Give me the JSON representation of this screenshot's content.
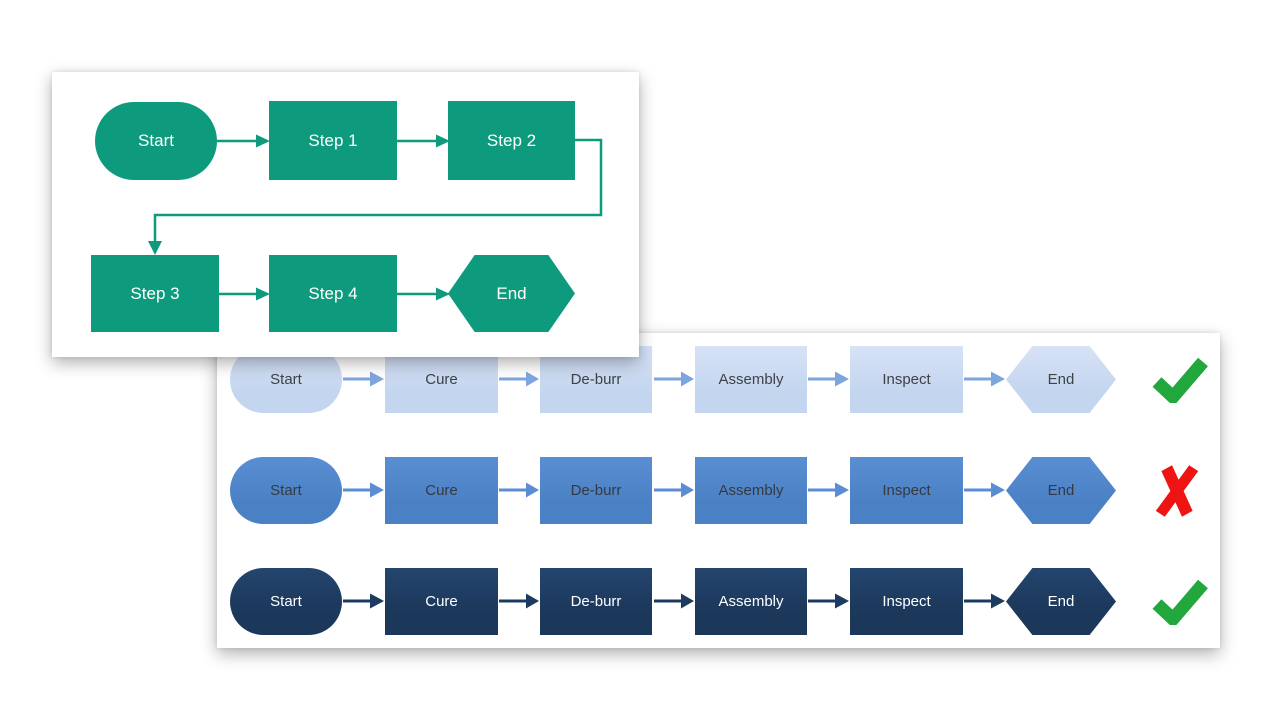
{
  "colors": {
    "flow_green": "#0e9b7d",
    "light_blue": "#c7d8f0",
    "medium_blue": "#4f86ca",
    "navy_blue": "#1d3a60",
    "arrow_light": "#7ea6de",
    "arrow_medium": "#5b8dd5",
    "check_green": "#21a73c",
    "cross_red": "#ee1414"
  },
  "example_flowchart": {
    "nodes": [
      {
        "label": "Start",
        "shape": "stadium"
      },
      {
        "label": "Step 1",
        "shape": "rectangle"
      },
      {
        "label": "Step 2",
        "shape": "rectangle"
      },
      {
        "label": "Step 3",
        "shape": "rectangle"
      },
      {
        "label": "Step 4",
        "shape": "rectangle"
      },
      {
        "label": "End",
        "shape": "hexagon"
      }
    ]
  },
  "comparison_panel": {
    "rows": [
      {
        "theme": "light-blue",
        "verdict": "check",
        "nodes": [
          {
            "label": "Start"
          },
          {
            "label": "Cure"
          },
          {
            "label": "De-burr"
          },
          {
            "label": "Assembly"
          },
          {
            "label": "Inspect"
          },
          {
            "label": "End"
          }
        ]
      },
      {
        "theme": "medium-blue",
        "verdict": "cross",
        "nodes": [
          {
            "label": "Start"
          },
          {
            "label": "Cure"
          },
          {
            "label": "De-burr"
          },
          {
            "label": "Assembly"
          },
          {
            "label": "Inspect"
          },
          {
            "label": "End"
          }
        ]
      },
      {
        "theme": "navy",
        "verdict": "check",
        "nodes": [
          {
            "label": "Start"
          },
          {
            "label": "Cure"
          },
          {
            "label": "De-burr"
          },
          {
            "label": "Assembly"
          },
          {
            "label": "Inspect"
          },
          {
            "label": "End"
          }
        ]
      }
    ]
  }
}
